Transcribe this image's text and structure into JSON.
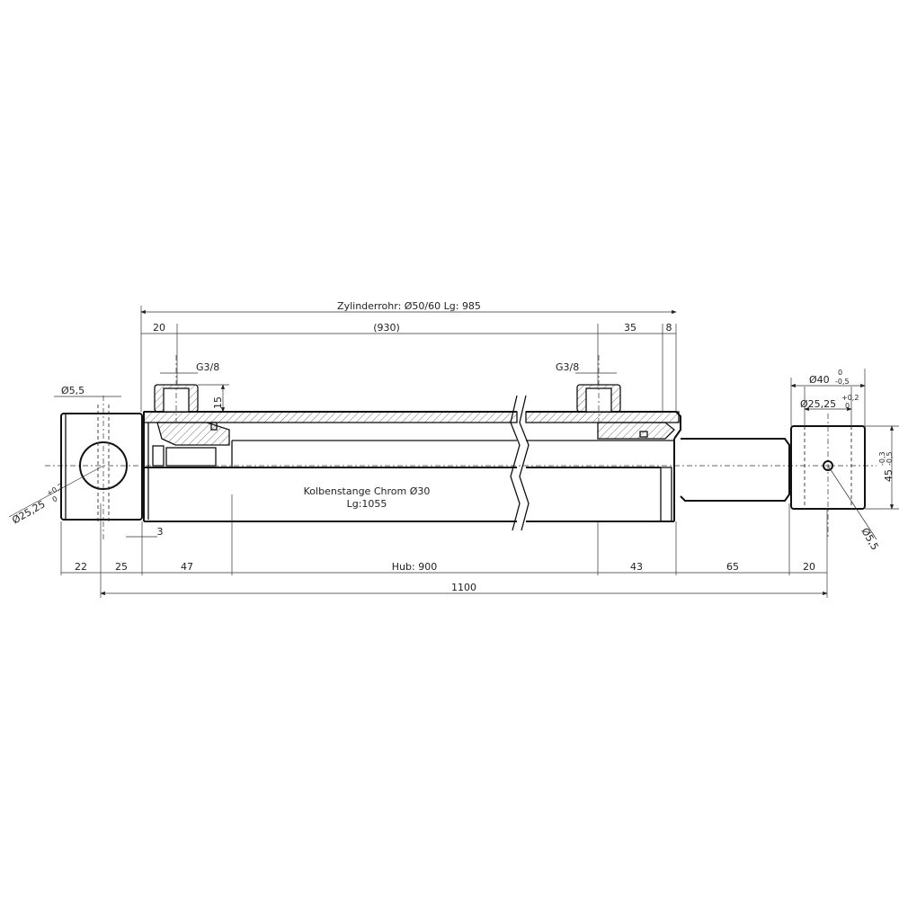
{
  "drawing": {
    "tube_label": "Zylinderrohr: Ø50/60 Lg: 985",
    "rod_label": "Kolbenstange Chrom Ø30",
    "rod_length": "Lg:1055",
    "port_left": "G3/8",
    "port_right": "G3/8",
    "port_height": "15",
    "top_dims": [
      "20",
      "(930)",
      "35",
      "8"
    ],
    "bottom_dims": [
      "22",
      "25",
      "47",
      "Hub: 900",
      "43",
      "65",
      "20"
    ],
    "overall": "1100",
    "groove": "3",
    "left_hole_small": "Ø5,5",
    "left_bore": "Ø25,25",
    "left_bore_tol_upper": "+0,2",
    "left_bore_tol_lower": "0",
    "right_outer": "Ø40",
    "right_outer_tol_upper": "0",
    "right_outer_tol_lower": "-0,5",
    "right_bore": "Ø25,25",
    "right_bore_tol_upper": "+0,2",
    "right_bore_tol_lower": "0",
    "right_width": "45",
    "right_width_tol_upper": "-0,3",
    "right_width_tol_lower": "-0,5",
    "right_hole_small": "Ø5,5"
  }
}
